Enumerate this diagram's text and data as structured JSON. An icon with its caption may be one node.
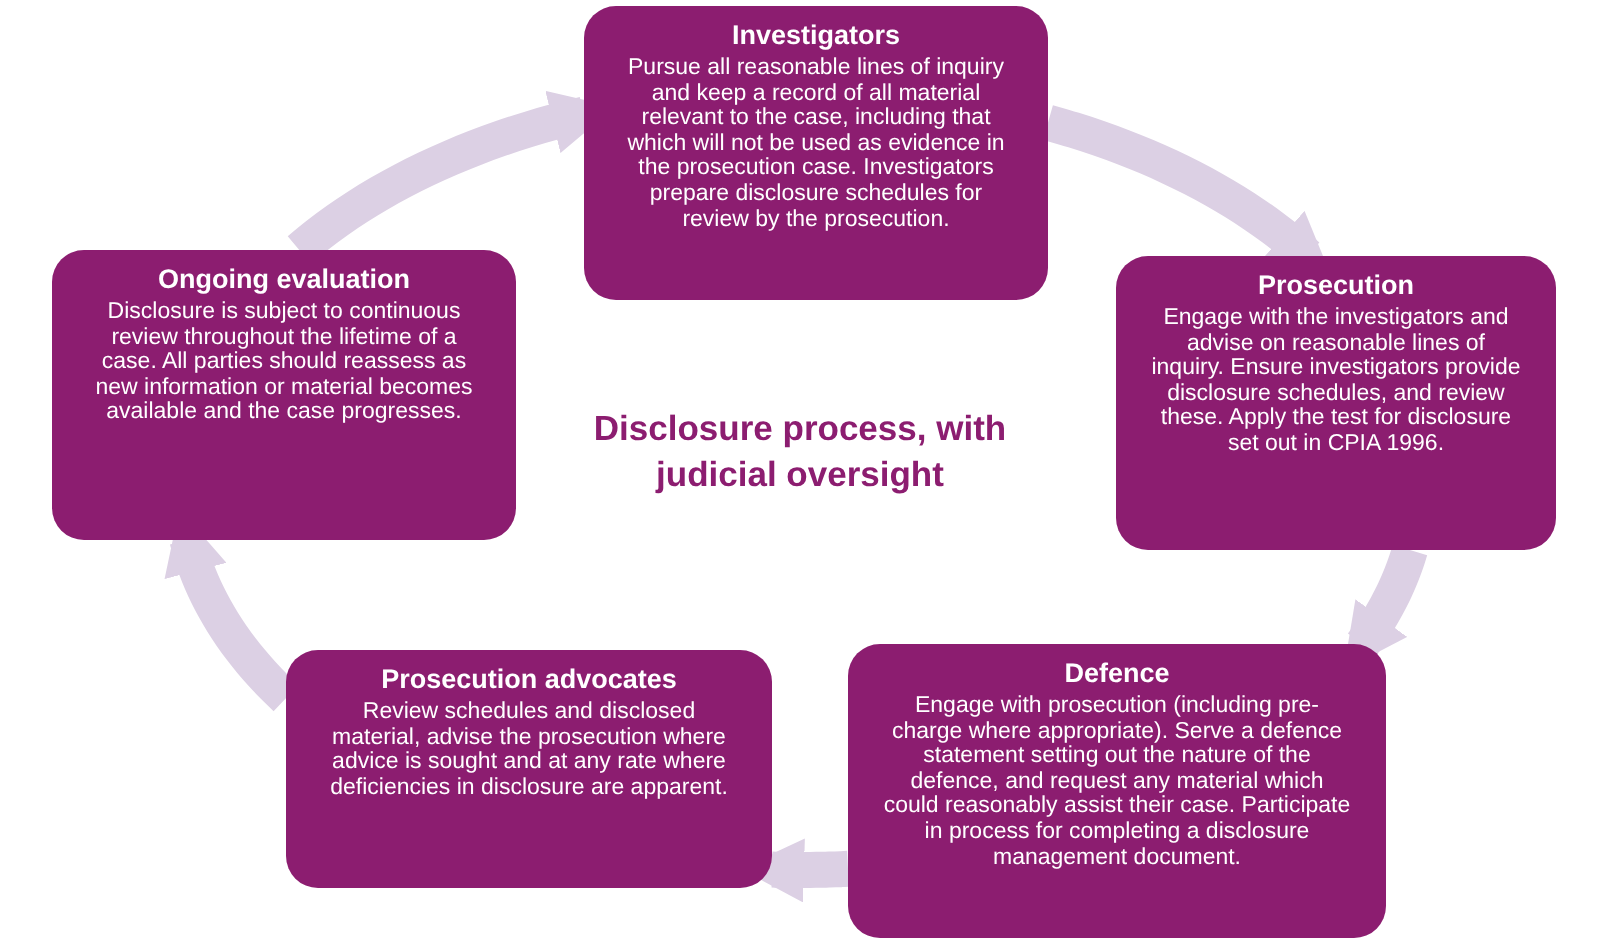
{
  "diagram": {
    "title": "Disclosure process, with judicial oversight",
    "nodes": [
      {
        "text": [
          "Investigators",
          "Pursue all reasonable lines of inquiry and keep a record of all material relevant to the case, including that which will not be used as evidence in the prosecution case. Investigators prepare disclosure schedules for review by the prosecution."
        ]
      },
      {
        "text": [
          "Prosecution",
          "Engage with the investigators and advise on reasonable lines of inquiry. Ensure investigators provide disclosure schedules, and review these. Apply the test for disclosure set out in CPIA 1996."
        ]
      },
      {
        "text": [
          "Defence",
          "Engage with prosecution (including pre-charge where appropriate). Serve a defence statement setting out the nature of the defence, and request any material which could reasonably assist their case. Participate in process for completing a disclosure management document."
        ]
      },
      {
        "text": [
          "Prosecution advocates",
          "Review schedules and disclosed material, advise the prosecution where advice is sought and at any rate where deficiencies in disclosure are apparent."
        ]
      },
      {
        "text": [
          "Ongoing evaluation",
          "Disclosure is subject to continuous review throughout the lifetime of a case. All parties should reassess as new information or material becomes available and the case progresses."
        ]
      }
    ],
    "edges": [
      {
        "from": 4,
        "to": 0,
        "arrow": "to"
      },
      {
        "from": 0,
        "to": 1,
        "arrow": "to"
      },
      {
        "from": 1,
        "to": 2,
        "arrow": "to"
      },
      {
        "from": 2,
        "to": 3,
        "arrow": "to"
      },
      {
        "from": 3,
        "to": 4,
        "arrow": "to"
      }
    ]
  }
}
